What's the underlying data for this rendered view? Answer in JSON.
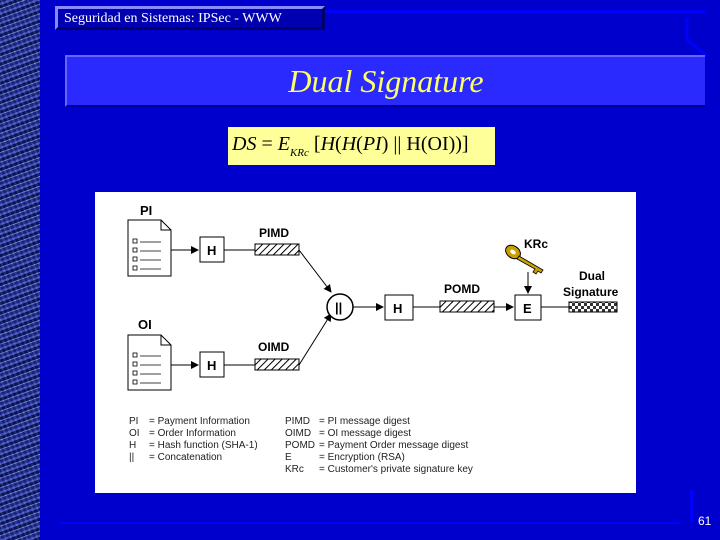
{
  "header": {
    "course_title": "Seguridad en Sistemas: IPSec - WWW"
  },
  "slide": {
    "title": "Dual Signature",
    "page_number": "61"
  },
  "formula": {
    "lhs": "DS",
    "eq": "=",
    "e": "E",
    "e_sub": "KRc",
    "body_open": "[",
    "h1": "H",
    "paren1": "(",
    "h2": "H",
    "paren2": "(",
    "pi": "PI",
    "close_concat": ") ||",
    "oi_part": "H(OI))]"
  },
  "diagram": {
    "pi_label": "PI",
    "oi_label": "OI",
    "h_label": "H",
    "pimd_label": "PIMD",
    "oimd_label": "OIMD",
    "concat_label": "||",
    "pomd_label": "POMD",
    "e_label": "E",
    "key_label": "KRc",
    "dual_sig_line1": "Dual",
    "dual_sig_line2": "Signature",
    "legend_left": [
      {
        "abbr": "PI",
        "def": "= Payment Information"
      },
      {
        "abbr": "OI",
        "def": "= Order Information"
      },
      {
        "abbr": "H",
        "def": "= Hash function (SHA-1)"
      },
      {
        "abbr": "||",
        "def": "= Concatenation"
      }
    ],
    "legend_right": [
      {
        "abbr": "PIMD",
        "def": "= PI message digest"
      },
      {
        "abbr": "OIMD",
        "def": "= OI message digest"
      },
      {
        "abbr": "POMD",
        "def": "= Payment Order message digest"
      },
      {
        "abbr": "E",
        "def": "= Encryption (RSA)"
      },
      {
        "abbr": "KRc",
        "def": "= Customer's private signature key"
      }
    ]
  },
  "colors": {
    "background": "#0000cc",
    "title": "#ffff66",
    "formula_bg": "#ffff99",
    "key": "#c8a000"
  }
}
